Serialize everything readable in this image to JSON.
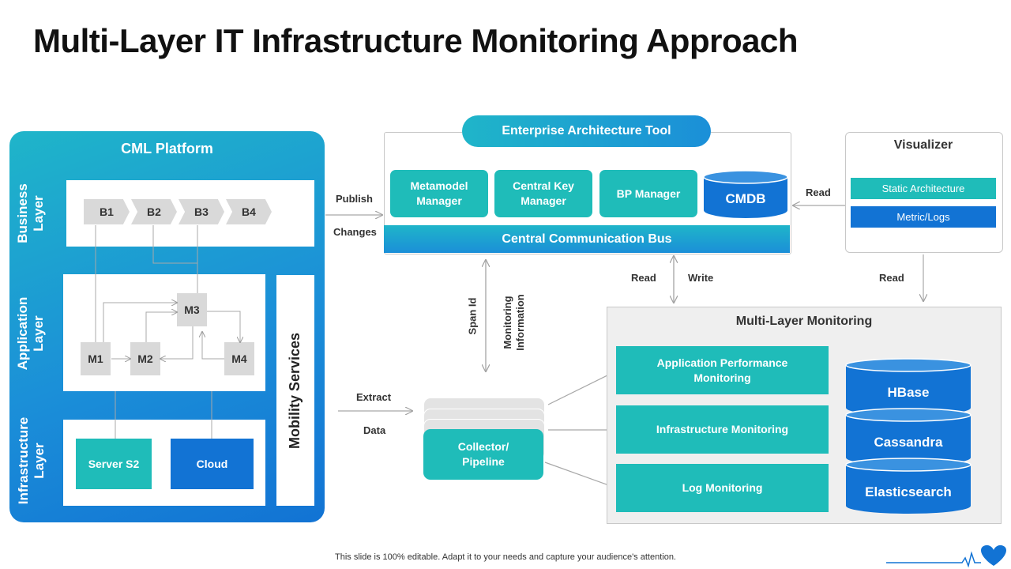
{
  "title": "Multi-Layer IT Infrastructure Monitoring Approach",
  "cml": {
    "title": "CML Platform",
    "layers": {
      "business": "Business Layer",
      "business_l1": "Business",
      "business_l2": "Layer",
      "application_l1": "Application",
      "application_l2": "Layer",
      "infrastructure_l1": "Infrastructure",
      "infrastructure_l2": "Layer"
    },
    "business_steps": [
      "B1",
      "B2",
      "B3",
      "B4"
    ],
    "modules": {
      "m1": "M1",
      "m2": "M2",
      "m3": "M3",
      "m4": "M4"
    },
    "infra": {
      "server": "Server S2",
      "cloud": "Cloud"
    },
    "mobility": "Mobility Services"
  },
  "enterprise": {
    "pill": "Enterprise Architecture Tool",
    "tools": [
      "Metamodel Manager",
      "Central Key Manager",
      "BP Manager"
    ],
    "tool_lines": [
      [
        "Metamodel",
        "Manager"
      ],
      [
        "Central Key",
        "Manager"
      ],
      [
        "BP Manager"
      ]
    ],
    "cmdb": "CMDB",
    "bus": "Central Communication Bus"
  },
  "labels": {
    "publish": "Publish",
    "changes": "Changes",
    "read_viz": "Read",
    "read_bus": "Read",
    "write_bus": "Write",
    "read_mlm": "Read",
    "span_id": "Span Id",
    "monitoring_info_l1": "Monitoring",
    "monitoring_info_l2": "Information",
    "extract": "Extract",
    "data": "Data"
  },
  "visualizer": {
    "title": "Visualizer",
    "items": [
      "Static Architecture",
      "Metric/Logs"
    ]
  },
  "collector": {
    "l1": "Collector/",
    "l2": "Pipeline"
  },
  "monitoring": {
    "title": "Multi-Layer Monitoring",
    "apm_l1": "Application Performance",
    "apm_l2": "Monitoring",
    "infra": "Infrastructure Monitoring",
    "log": "Log Monitoring",
    "stores": [
      "HBase",
      "Cassandra",
      "Elasticsearch"
    ]
  },
  "footer": "This slide is 100% editable. Adapt it to your needs and capture your audience's attention.",
  "colors": {
    "teal": "#1fbcb9",
    "blue": "#1273d4",
    "gray": "#d9d9d9"
  }
}
